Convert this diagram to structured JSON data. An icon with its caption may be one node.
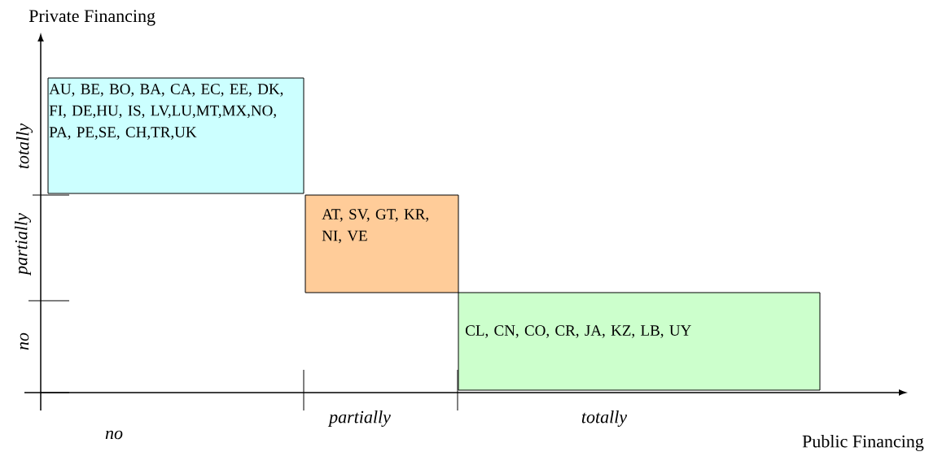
{
  "diagram": {
    "nodes": [
      {
        "text": [
          "AU, BE, BO, BA, CA, EC, EE, DK, FI, DE,HU, IS, LV,LU,MT,MX,NO, PA, PE,SE, CH,TR,UK"
        ]
      },
      {
        "text": [
          "AT, SV, GT, KR, NI, VE"
        ]
      },
      {
        "text": [
          "CL, CN, CO, CR, JA, KZ, LB, UY"
        ]
      }
    ],
    "labels": [
      "Private Financing",
      "totally",
      "partially",
      "no",
      "partially",
      "totally",
      "no",
      "Public Financing"
    ]
  }
}
